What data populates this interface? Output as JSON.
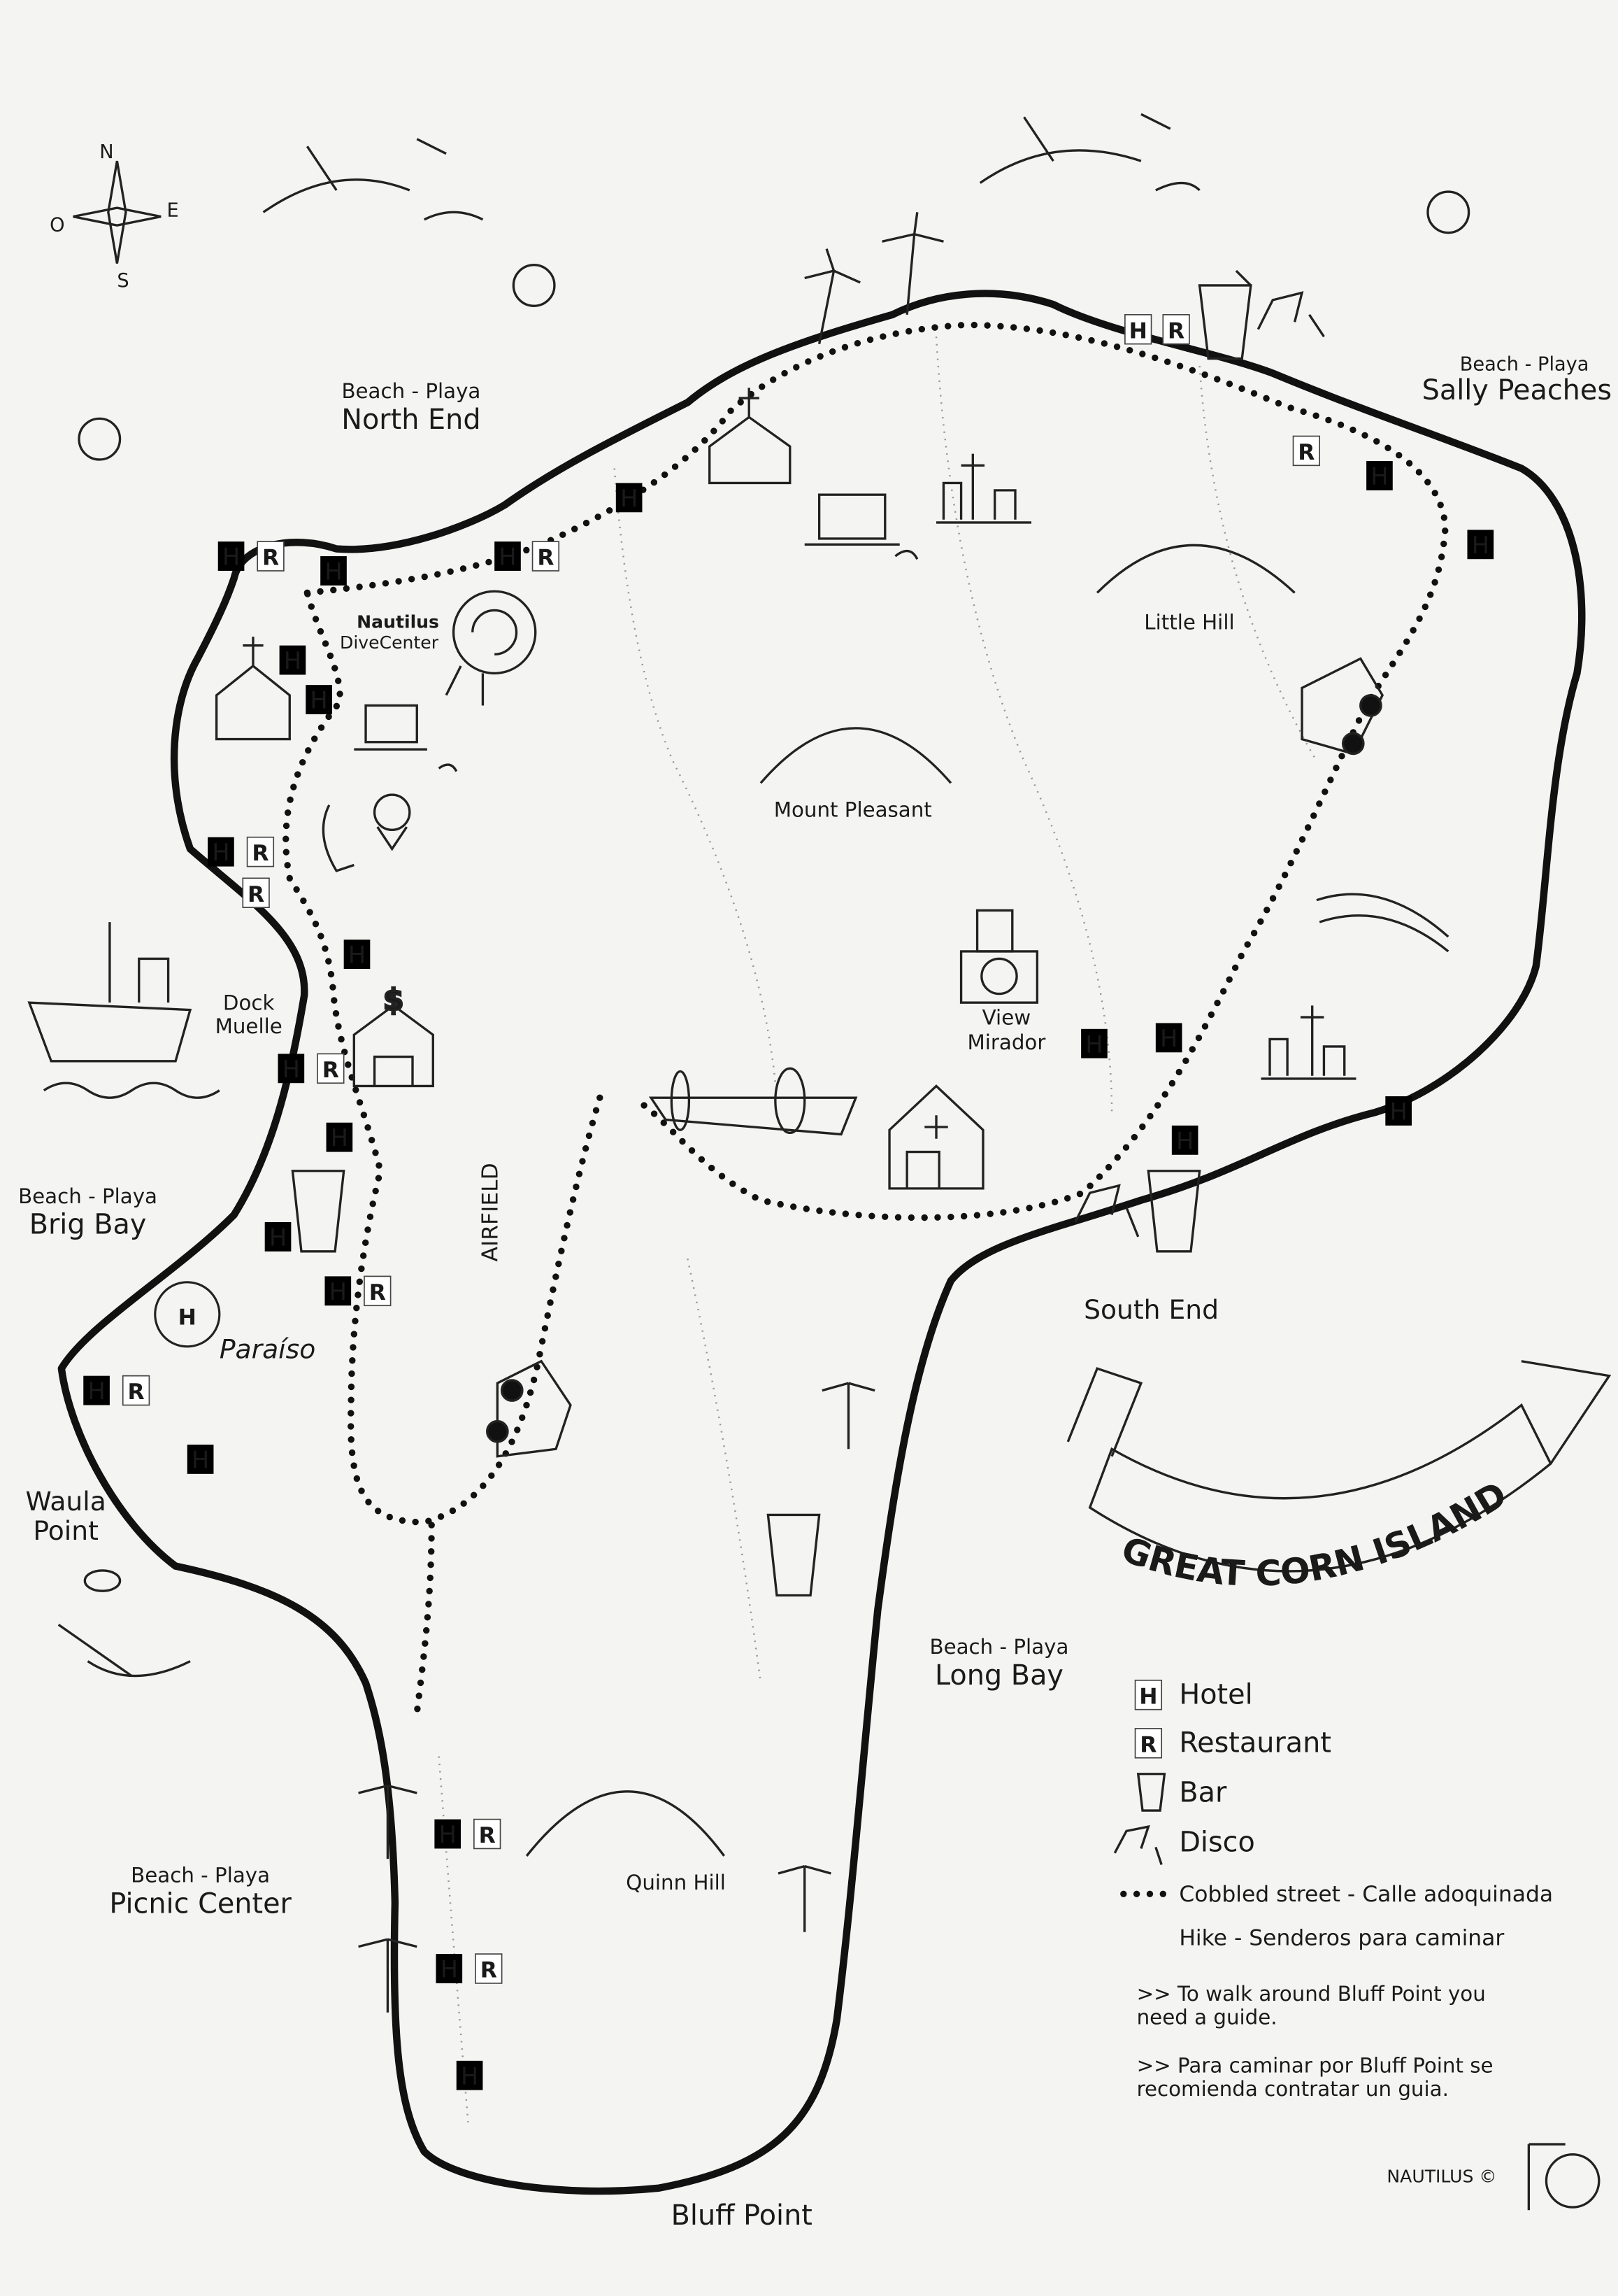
{
  "compass": {
    "n": "N",
    "e": "E",
    "s": "S",
    "o": "O"
  },
  "beaches": {
    "north_end": {
      "kicker": "Beach - Playa",
      "name": "North End"
    },
    "sally_peaches": {
      "kicker": "Beach - Playa",
      "name": "Sally Peaches"
    },
    "brig_bay": {
      "kicker": "Beach - Playa",
      "name": "Brig Bay"
    },
    "long_bay": {
      "kicker": "Beach - Playa",
      "name": "Long Bay"
    },
    "picnic_center": {
      "kicker": "Beach - Playa",
      "name": "Picnic Center"
    }
  },
  "places": {
    "nautilus": "Nautilus",
    "dive_center": "DiveCenter",
    "little_hill": "Little Hill",
    "mount_pleasant": "Mount Pleasant",
    "dock": "Dock",
    "muelle": "Muelle",
    "view": "View",
    "mirador": "Mirador",
    "airfield": "AIRFIELD",
    "south_end": "South End",
    "paraiso": "Paraíso",
    "waula": "Waula",
    "point": "Point",
    "quinn_hill": "Quinn Hill",
    "bluff_point": "Bluff Point"
  },
  "banner": "GREAT CORN ISLAND",
  "legend": {
    "hotel_letter": "H",
    "hotel": "Hotel",
    "restaurant_letter": "R",
    "restaurant": "Restaurant",
    "bar": "Bar",
    "disco": "Disco",
    "cobbled": "Cobbled street - Calle adoquinada",
    "hike": "Hike - Senderos para caminar",
    "note_en": [
      ">> To walk around Bluff Point you",
      "need a guide."
    ],
    "note_es": [
      ">> Para caminar por Bluff Point se",
      "recomienda contratar un guia."
    ]
  },
  "credit": "NAUTILUS ©"
}
